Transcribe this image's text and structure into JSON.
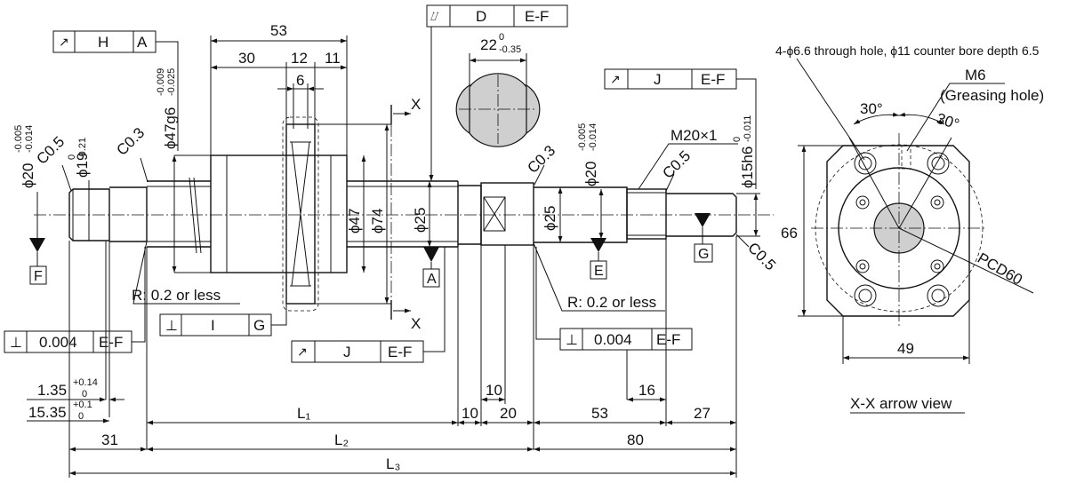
{
  "fcf": {
    "h": {
      "sym": "↗",
      "tol": "H",
      "ref": "A"
    },
    "d": {
      "sym": "⌰",
      "tol": "D",
      "ref": "E-F"
    },
    "j_right": {
      "sym": "↗",
      "tol": "J",
      "ref": "E-F"
    },
    "i": {
      "sym": "⊥",
      "tol": "I",
      "ref": "G"
    },
    "j_mid": {
      "sym": "↗",
      "tol": "J",
      "ref": "E-F"
    },
    "perp_left": {
      "sym": "⊥",
      "tol": "0.004",
      "ref": "E-F"
    },
    "perp_right": {
      "sym": "⊥",
      "tol": "0.004",
      "ref": "E-F"
    }
  },
  "datums": {
    "f": "F",
    "a": "A",
    "e": "E",
    "g": "G"
  },
  "dims": {
    "d53": "53",
    "d30": "30",
    "d12": "12",
    "d11": "11",
    "d6": "6",
    "d22": "22",
    "d22_up": "0",
    "d22_lo": "-0.35",
    "phi47g6": "ϕ47g6",
    "phi47g6_up": "-0.009",
    "phi47g6_lo": "-0.025",
    "phi20_left": "ϕ20",
    "phi20_left_up": "-0.005",
    "phi20_left_lo": "-0.014",
    "phi19": "ϕ19",
    "phi19_up": "0",
    "phi19_lo": "-0.21",
    "c05_left": "C0.5",
    "c03_left": "C0.3",
    "c03_right": "C0.3",
    "c05_mid": "C0.5",
    "c05_right": "C0.5",
    "phi47": "ϕ47",
    "phi74": "ϕ74",
    "phi25_mid": "ϕ25",
    "phi25_right": "ϕ25",
    "phi20_right": "ϕ20",
    "phi20_right_up": "-0.005",
    "phi20_right_lo": "-0.014",
    "m20": "M20×1",
    "phi15h6": "ϕ15h6",
    "phi15h6_up": "0",
    "phi15h6_lo": "-0.011",
    "r_left": "R: 0.2 or less",
    "r_right": "R: 0.2 or less",
    "x_top": "X",
    "x_bot": "X",
    "d135": "1.35",
    "d135_up": "+0.14",
    "d135_lo": "0",
    "d1535": "15.35",
    "d1535_up": "+0.1",
    "d1535_lo": "0",
    "d31": "31",
    "l1": "L₁",
    "l2": "L₂",
    "l3": "L₃",
    "d10a": "10",
    "d10b": "10",
    "d20": "20",
    "d53b": "53",
    "d16": "16",
    "d27": "27",
    "d80": "80"
  },
  "flange": {
    "hole_note": "4-ϕ6.6 through hole, ϕ11 counter bore depth 6.5",
    "m6": "M6",
    "greasing": "(Greasing hole)",
    "ang_left": "30°",
    "ang_right": "30°",
    "d66": "66",
    "d49": "49",
    "pcd": "PCD60",
    "view_label": "X-X arrow view"
  }
}
